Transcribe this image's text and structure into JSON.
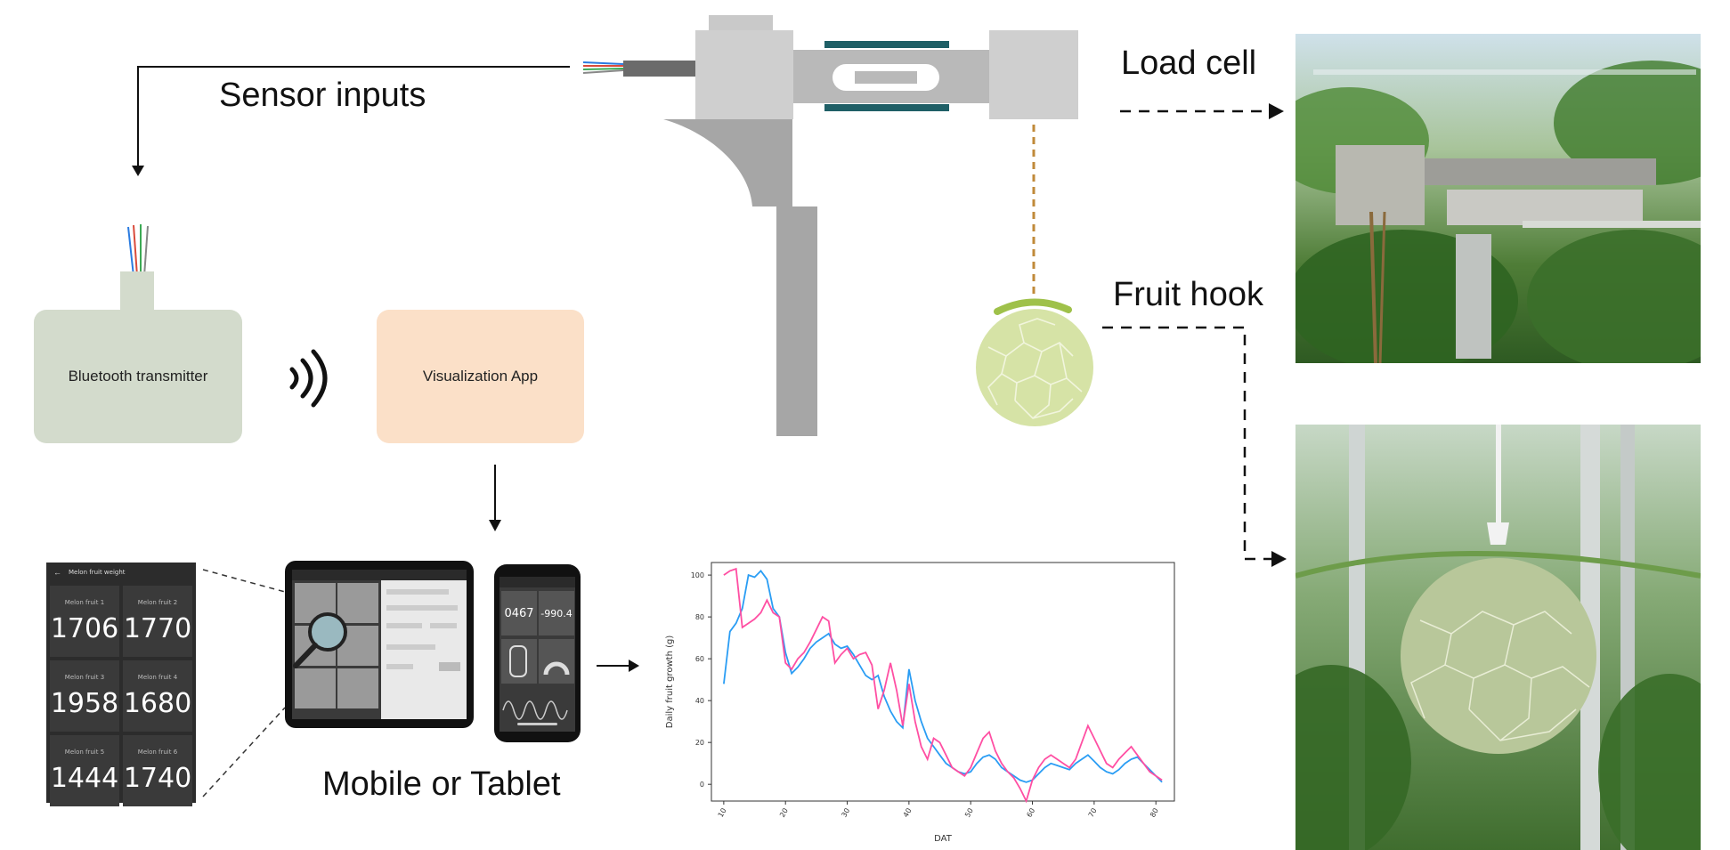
{
  "labels": {
    "sensor_inputs": "Sensor inputs",
    "load_cell": "Load cell",
    "fruit_hook": "Fruit hook",
    "mobile_or_tablet": "Mobile or Tablet",
    "bluetooth_transmitter": "Bluetooth transmitter",
    "visualization_app": "Visualization App"
  },
  "app_panel": {
    "header": "Melon fruit weight",
    "tiles": [
      {
        "caption": "Melon fruit 1",
        "value": "1706"
      },
      {
        "caption": "Melon fruit 2",
        "value": "1770"
      },
      {
        "caption": "Melon fruit 3",
        "value": "1958"
      },
      {
        "caption": "Melon fruit 4",
        "value": "1680"
      },
      {
        "caption": "Melon fruit 5",
        "value": "1444"
      },
      {
        "caption": "Melon fruit 6",
        "value": "1740"
      }
    ]
  },
  "phone_readouts": [
    "0467",
    "-990.4"
  ],
  "colors": {
    "transmitter_box": "#d3dbcc",
    "app_box": "#fbe0c8",
    "load_cell_band": "#1f5f66",
    "series_pink": "#ff4fa3",
    "series_blue": "#2a9df4",
    "hook_dashes": "#c08a3a",
    "melon": "#d6e3a6"
  },
  "chart_data": {
    "type": "line",
    "xlabel": "DAT",
    "ylabel": "Daily fruit growth (g)",
    "yticks": [
      0,
      20,
      40,
      60,
      80,
      100
    ],
    "ylim": [
      -8,
      106
    ],
    "xlim": [
      8,
      83
    ],
    "xticks": [
      10,
      20,
      30,
      40,
      50,
      60,
      70,
      80
    ],
    "xtick_labels": [
      "10",
      "20",
      "30",
      "40",
      "50",
      "60",
      "70",
      "80"
    ],
    "series": [
      {
        "color": "#2a9df4",
        "x": [
          10,
          11,
          12,
          13,
          14,
          15,
          16,
          17,
          18,
          19,
          20,
          21,
          22,
          23,
          24,
          25,
          26,
          27,
          28,
          29,
          30,
          31,
          32,
          33,
          34,
          35,
          36,
          37,
          38,
          39,
          40,
          41,
          42,
          43,
          44,
          45,
          46,
          47,
          48,
          49,
          50,
          51,
          52,
          53,
          54,
          55,
          56,
          57,
          58,
          59,
          60,
          61,
          62,
          63,
          64,
          65,
          66,
          67,
          68,
          69,
          70,
          71,
          72,
          73,
          74,
          75,
          76,
          77,
          78,
          79,
          80,
          81
        ],
        "y": [
          48,
          73,
          77,
          84,
          100,
          99,
          102,
          98,
          84,
          80,
          63,
          53,
          56,
          60,
          65,
          68,
          70,
          72,
          67,
          65,
          66,
          62,
          57,
          52,
          50,
          52,
          42,
          35,
          30,
          27,
          55,
          40,
          30,
          22,
          18,
          14,
          10,
          8,
          6,
          5,
          6,
          10,
          13,
          14,
          12,
          8,
          6,
          4,
          2,
          1,
          2,
          5,
          8,
          10,
          9,
          8,
          7,
          10,
          12,
          14,
          11,
          8,
          6,
          5,
          7,
          10,
          12,
          13,
          10,
          7,
          4,
          1
        ]
      },
      {
        "color": "#ff4fa3",
        "x": [
          10,
          11,
          12,
          13,
          14,
          15,
          16,
          17,
          18,
          19,
          20,
          21,
          22,
          23,
          24,
          25,
          26,
          27,
          28,
          29,
          30,
          31,
          32,
          33,
          34,
          35,
          36,
          37,
          38,
          39,
          40,
          41,
          42,
          43,
          44,
          45,
          46,
          47,
          48,
          49,
          50,
          51,
          52,
          53,
          54,
          55,
          56,
          57,
          58,
          59,
          60,
          61,
          62,
          63,
          64,
          65,
          66,
          67,
          68,
          69,
          70,
          71,
          72,
          73,
          74,
          75,
          76,
          77,
          78,
          79,
          80,
          81
        ],
        "y": [
          100,
          102,
          103,
          75,
          77,
          79,
          82,
          88,
          82,
          80,
          58,
          55,
          60,
          63,
          68,
          74,
          80,
          78,
          58,
          62,
          65,
          60,
          62,
          63,
          57,
          36,
          45,
          58,
          45,
          28,
          48,
          30,
          18,
          12,
          22,
          20,
          14,
          8,
          6,
          4,
          8,
          15,
          22,
          25,
          16,
          10,
          6,
          3,
          -2,
          -8,
          2,
          8,
          12,
          14,
          12,
          10,
          8,
          12,
          20,
          28,
          22,
          16,
          10,
          8,
          12,
          15,
          18,
          14,
          10,
          6,
          4,
          2
        ]
      }
    ]
  }
}
